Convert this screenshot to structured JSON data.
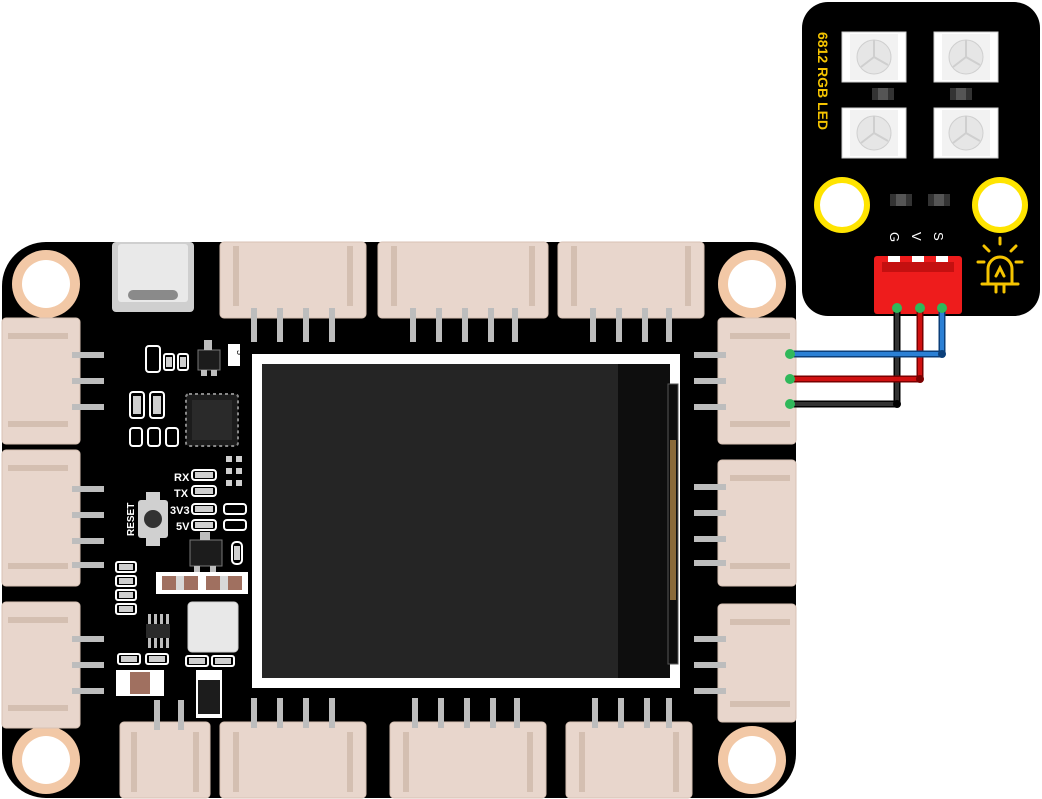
{
  "controller": {
    "labels": {
      "rx": "RX",
      "tx": "TX",
      "v33": "3V3",
      "v5": "5V",
      "reset": "RESET",
      "chip_mark": "5"
    }
  },
  "module": {
    "title": "6812 RGB LED",
    "pins": {
      "g": "G",
      "v": "V",
      "s": "S"
    },
    "icon": "led-light-icon"
  },
  "wires": [
    {
      "name": "signal",
      "color": "#1f6fc5"
    },
    {
      "name": "power",
      "color": "#c81010"
    },
    {
      "name": "ground",
      "color": "#1a1a1a"
    }
  ],
  "colors": {
    "board": "#000000",
    "connector": "#e8d6cc",
    "mount_hole": "#f2c8a6",
    "module_hole": "#ffe400",
    "module_label": "#f5c400",
    "header": "#ee1c1c"
  }
}
